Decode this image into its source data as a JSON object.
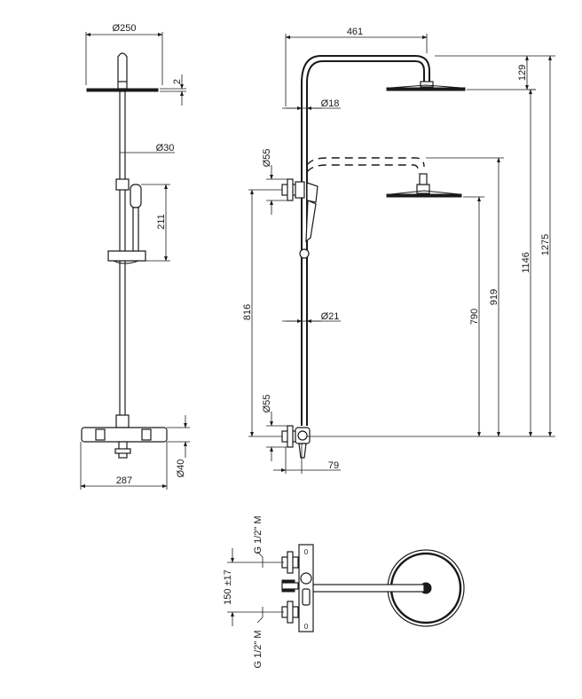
{
  "front_view": {
    "head_diameter": "Ø250",
    "head_thickness": "2",
    "rail_diameter": "Ø30",
    "handshower_offset": "211",
    "valve_width": "287",
    "valve_diameter": "Ø40"
  },
  "side_view": {
    "arm_reach": "461",
    "arm_drop": "129",
    "arm_diameter": "Ø18",
    "upper_fitting_diameter": "Ø55",
    "riser_height": "816",
    "riser_diameter": "Ø21",
    "lower_fitting_diameter": "Ø55",
    "valve_projection": "79",
    "height_lowered_head": "790",
    "height_lowered_top": "919",
    "height_head": "1146",
    "height_total": "1275"
  },
  "top_view": {
    "inlet_label_top": "G 1/2\" M",
    "inlet_spacing": "150 ±17",
    "inlet_label_bottom": "G 1/2\" M"
  }
}
